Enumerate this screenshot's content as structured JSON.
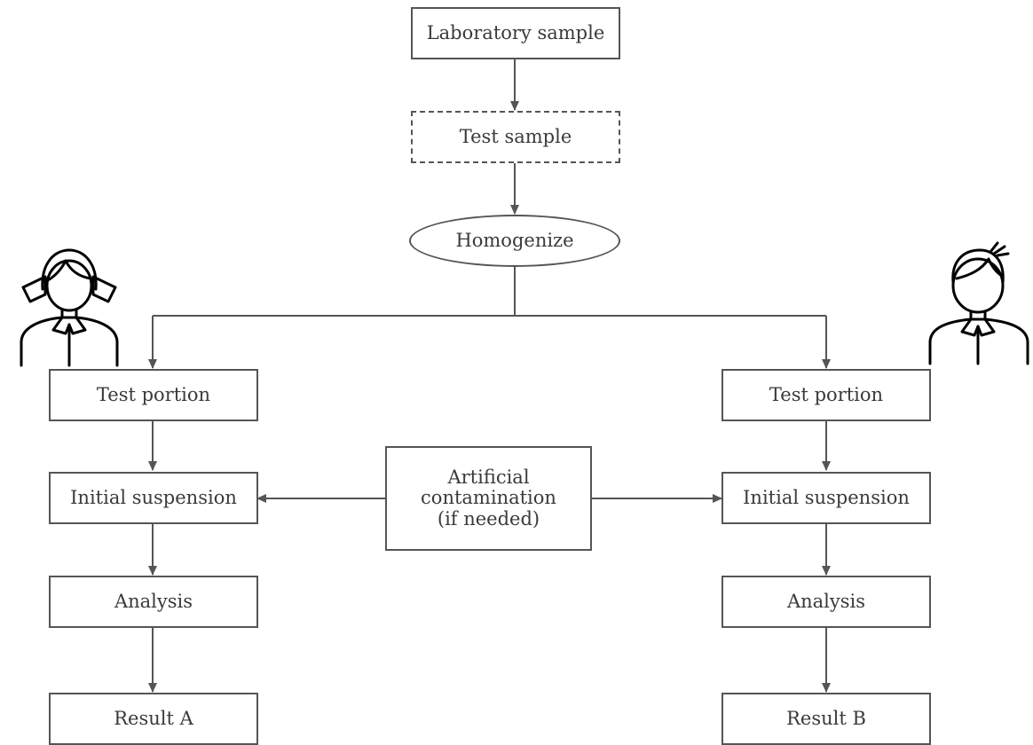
{
  "nodes": {
    "laboratory_sample": "Laboratory sample",
    "test_sample": "Test sample",
    "homogenize": "Homogenize",
    "left": {
      "test_portion": "Test portion",
      "initial_suspension": "Initial suspension",
      "analysis": "Analysis",
      "result": "Result A"
    },
    "right": {
      "test_portion": "Test portion",
      "initial_suspension": "Initial suspension",
      "analysis": "Analysis",
      "result": "Result B"
    },
    "artificial_contamination": {
      "line1": "Artificial",
      "line2": "contamination",
      "line3": "(if needed)"
    }
  },
  "icons": {
    "left_person": "girl-person-icon",
    "right_person": "boy-person-icon"
  },
  "colors": {
    "line": "#555555",
    "text": "#3a3a3a",
    "background": "#ffffff"
  }
}
